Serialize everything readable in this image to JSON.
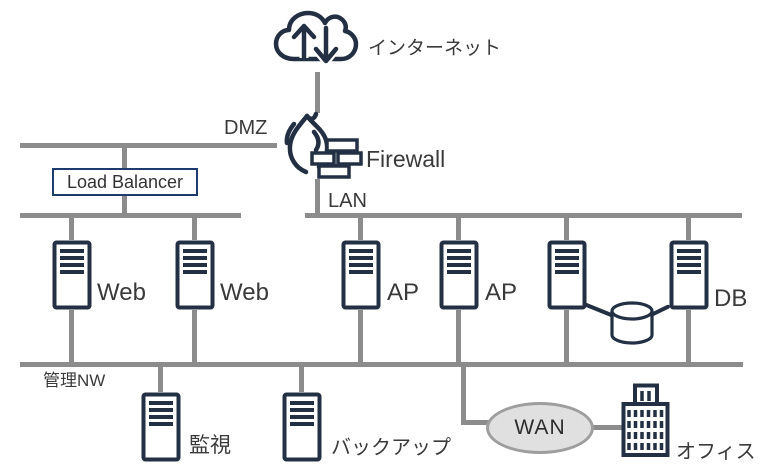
{
  "nodes": {
    "internet": "インターネット",
    "firewall": "Firewall",
    "load_balancer": "Load Balancer",
    "web1": "Web",
    "web2": "Web",
    "ap1": "AP",
    "ap2": "AP",
    "db": "DB",
    "monitoring": "監視",
    "backup": "バックアップ",
    "wan": "WAN",
    "office": "オフィス"
  },
  "networks": {
    "dmz": "DMZ",
    "lan": "LAN",
    "management": "管理NW"
  },
  "colors": {
    "icon_navy": "#233044",
    "bus_gray": "#8c8c8c",
    "wan_fill": "#e0e0e0",
    "wan_border": "#9e9e9e",
    "load_balancer_border": "#1f3a6d",
    "text": "#3a3a3a"
  }
}
